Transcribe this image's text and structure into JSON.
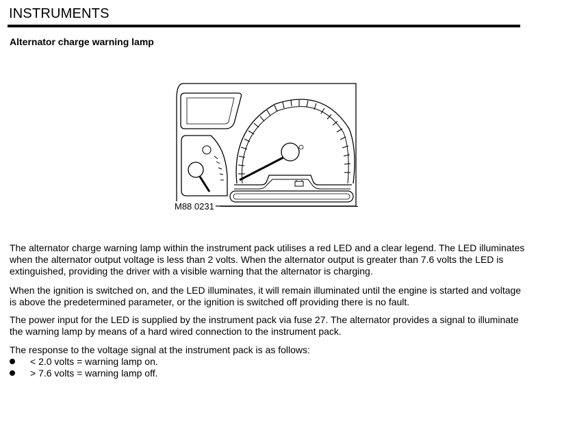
{
  "header": {
    "title": "INSTRUMENTS"
  },
  "section": {
    "heading": "Alternator charge warning lamp"
  },
  "figure": {
    "label": "M88 0231",
    "icon": "battery-warning-icon"
  },
  "paragraphs": [
    "The alternator charge warning lamp within the instrument pack utilises a red LED and a clear legend. The LED illuminates when the alternator output voltage is less than 2 volts. When the alternator output is greater than 7.6 volts the LED is extinguished, providing the driver with a visible warning that the alternator is charging.",
    "When the ignition is switched on, and the LED illuminates, it will remain illuminated until the engine is started and voltage is above the predetermined parameter, or the ignition is switched off  providing there is no fault.",
    "The power input for the LED is supplied by the instrument pack via fuse 27. The alternator provides a signal to illuminate the warning lamp by means of a hard wired connection to the instrument pack.",
    "The response to the voltage signal at the instrument pack is as follows:"
  ],
  "bullets": [
    "< 2.0 volts = warning lamp on.",
    "> 7.6 volts = warning lamp off."
  ]
}
